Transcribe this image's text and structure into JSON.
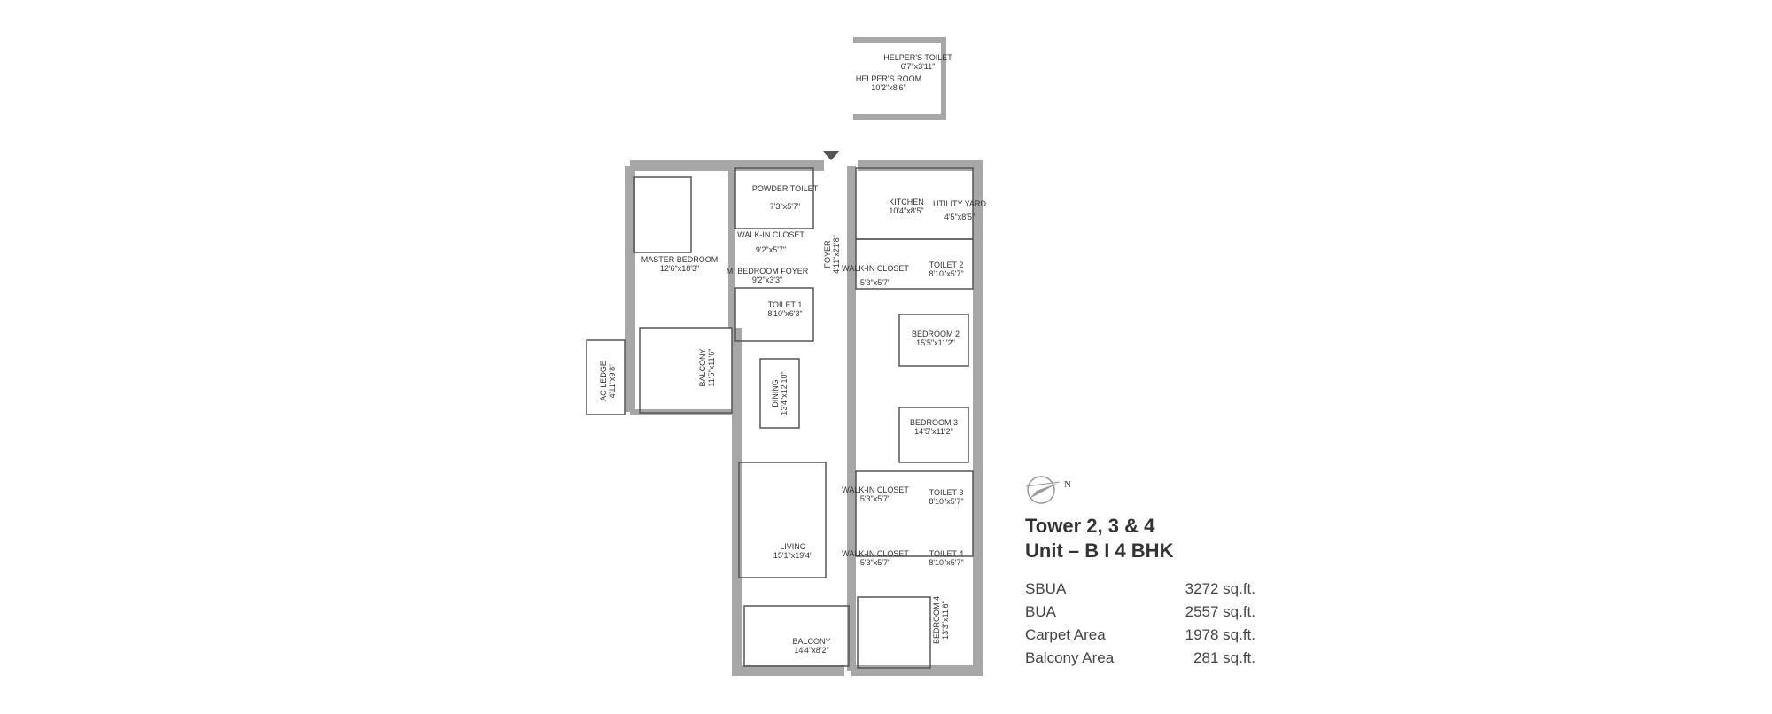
{
  "plan": {
    "rooms": [
      {
        "name": "HELPER'S TOILET",
        "size": "6'7\"x3'11\""
      },
      {
        "name": "HELPER'S ROOM",
        "size": "10'2\"x8'6\""
      },
      {
        "name": "POWDER TOILET",
        "size": "7'3\"x5'7\""
      },
      {
        "name": "KITCHEN",
        "size": "10'4\"x8'5\""
      },
      {
        "name": "UTILITY YARD",
        "size": "4'5\"x8'5\""
      },
      {
        "name": "WALK-IN CLOSET",
        "size": "9'2\"x5'7\""
      },
      {
        "name": "MASTER BEDROOM",
        "size": "12'6\"x18'3\""
      },
      {
        "name": "M. BEDROOM FOYER",
        "size": "9'2\"x3'3\""
      },
      {
        "name": "FOYER",
        "size": "4'11\"x21'8\""
      },
      {
        "name": "WALK-IN CLOSET",
        "size": "5'3\"x5'7\""
      },
      {
        "name": "TOILET 2",
        "size": "8'10\"x5'7\""
      },
      {
        "name": "TOILET 1",
        "size": "8'10\"x6'3\""
      },
      {
        "name": "BEDROOM 2",
        "size": "15'5\"x11'2\""
      },
      {
        "name": "AC LEDGE",
        "size": "4'11\"x9'8\""
      },
      {
        "name": "BALCONY",
        "size": "11'5\"x11'6\""
      },
      {
        "name": "DINING",
        "size": "13'4\"x12'10\""
      },
      {
        "name": "BEDROOM 3",
        "size": "14'5\"x11'2\""
      },
      {
        "name": "WALK-IN CLOSET",
        "size": "5'3\"x5'7\""
      },
      {
        "name": "TOILET 3",
        "size": "8'10\"x5'7\""
      },
      {
        "name": "LIVING",
        "size": "15'1\"x19'4\""
      },
      {
        "name": "WALK-IN CLOSET",
        "size": "5'3\"x5'7\""
      },
      {
        "name": "TOILET 4",
        "size": "8'10\"x5'7\""
      },
      {
        "name": "BALCONY",
        "size": "14'4\"x8'2\""
      },
      {
        "name": "BEDROOM 4",
        "size": "13'3\"x11'6\""
      }
    ],
    "compass_label": "N",
    "wall_color": "#a7a7a7",
    "line_color": "#555555"
  },
  "info": {
    "title_line1": "Tower 2, 3 & 4",
    "title_line2": "Unit – B  I  4 BHK",
    "areas": [
      {
        "label": "SBUA",
        "value": "3272 sq.ft."
      },
      {
        "label": "BUA",
        "value": "2557  sq.ft."
      },
      {
        "label": "Carpet Area",
        "value": "1978 sq.ft."
      },
      {
        "label": "Balcony Area",
        "value": "281 sq.ft."
      }
    ]
  }
}
